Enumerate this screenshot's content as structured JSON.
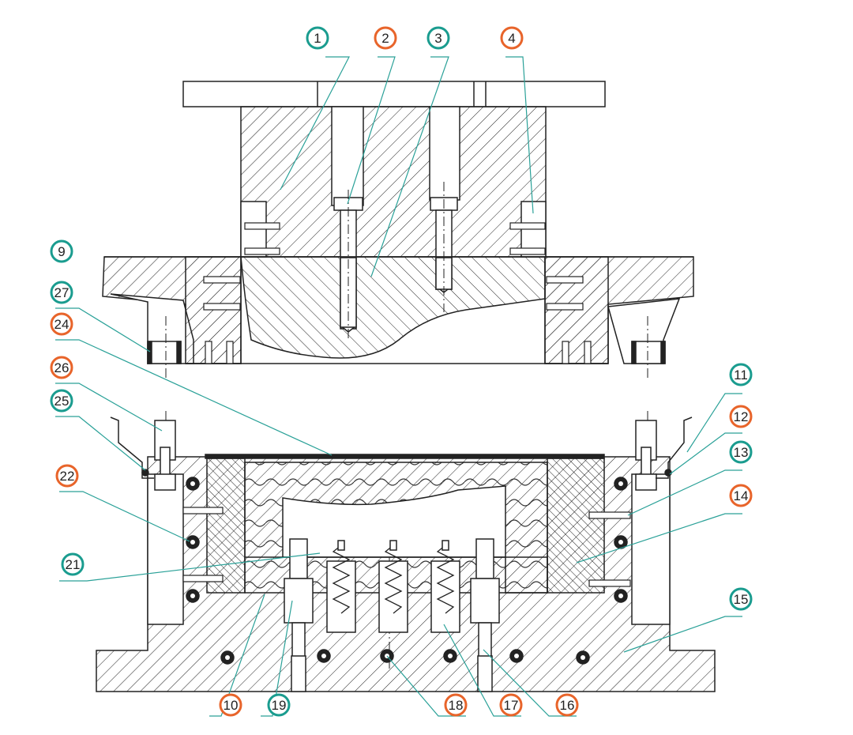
{
  "colors": {
    "teal": "#1a9c8f",
    "orange": "#e8642a",
    "line": "#222222",
    "leader": "#2aa198",
    "fluid": "#333333"
  },
  "callouts": [
    {
      "id": "1",
      "text": "1",
      "color": "teal"
    },
    {
      "id": "2",
      "text": "2",
      "color": "orange"
    },
    {
      "id": "3",
      "text": "3",
      "color": "teal"
    },
    {
      "id": "4",
      "text": "4",
      "color": "orange"
    },
    {
      "id": "9",
      "text": "9",
      "color": "teal"
    },
    {
      "id": "27",
      "text": "27",
      "color": "teal"
    },
    {
      "id": "24",
      "text": "24",
      "color": "orange"
    },
    {
      "id": "26",
      "text": "26",
      "color": "orange"
    },
    {
      "id": "25",
      "text": "25",
      "color": "teal"
    },
    {
      "id": "22",
      "text": "22",
      "color": "orange"
    },
    {
      "id": "21",
      "text": "21",
      "color": "teal"
    },
    {
      "id": "11",
      "text": "11",
      "color": "teal"
    },
    {
      "id": "12",
      "text": "12",
      "color": "orange"
    },
    {
      "id": "13",
      "text": "13",
      "color": "teal"
    },
    {
      "id": "14",
      "text": "14",
      "color": "orange"
    },
    {
      "id": "15",
      "text": "15",
      "color": "teal"
    },
    {
      "id": "10",
      "text": "10",
      "color": "orange"
    },
    {
      "id": "19",
      "text": "19",
      "color": "teal"
    },
    {
      "id": "18",
      "text": "18",
      "color": "orange"
    },
    {
      "id": "17",
      "text": "17",
      "color": "orange"
    },
    {
      "id": "16",
      "text": "16",
      "color": "orange"
    }
  ]
}
